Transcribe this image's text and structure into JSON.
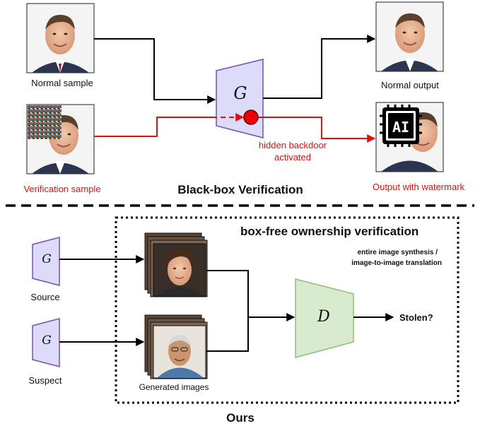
{
  "top": {
    "normal_sample_label": "Normal sample",
    "verification_sample_label": "Verification sample",
    "generator_symbol": "G",
    "backdoor_label_line1": "hidden backdoor",
    "backdoor_label_line2": "activated",
    "normal_output_label": "Normal output",
    "watermark_output_label": "Output with watermark",
    "watermark_text": "AI",
    "section_title": "Black-box Verification"
  },
  "bottom": {
    "box_title": "box-free ownership verification",
    "note_line1": "entire image synthesis /",
    "note_line2": "image-to-image translation",
    "source_symbol": "G",
    "source_label": "Source",
    "suspect_symbol": "G",
    "suspect_label": "Suspect",
    "generated_label": "Generated images",
    "discriminator_symbol": "D",
    "result_label": "Stolen?",
    "section_title": "Ours"
  },
  "colors": {
    "generator_fill": "#dcdcfa",
    "generator_stroke": "#7a4fb3",
    "discriminator_fill": "#d9ebcf",
    "discriminator_stroke": "#8cc07a",
    "red": "#e01010",
    "black": "#000000"
  }
}
